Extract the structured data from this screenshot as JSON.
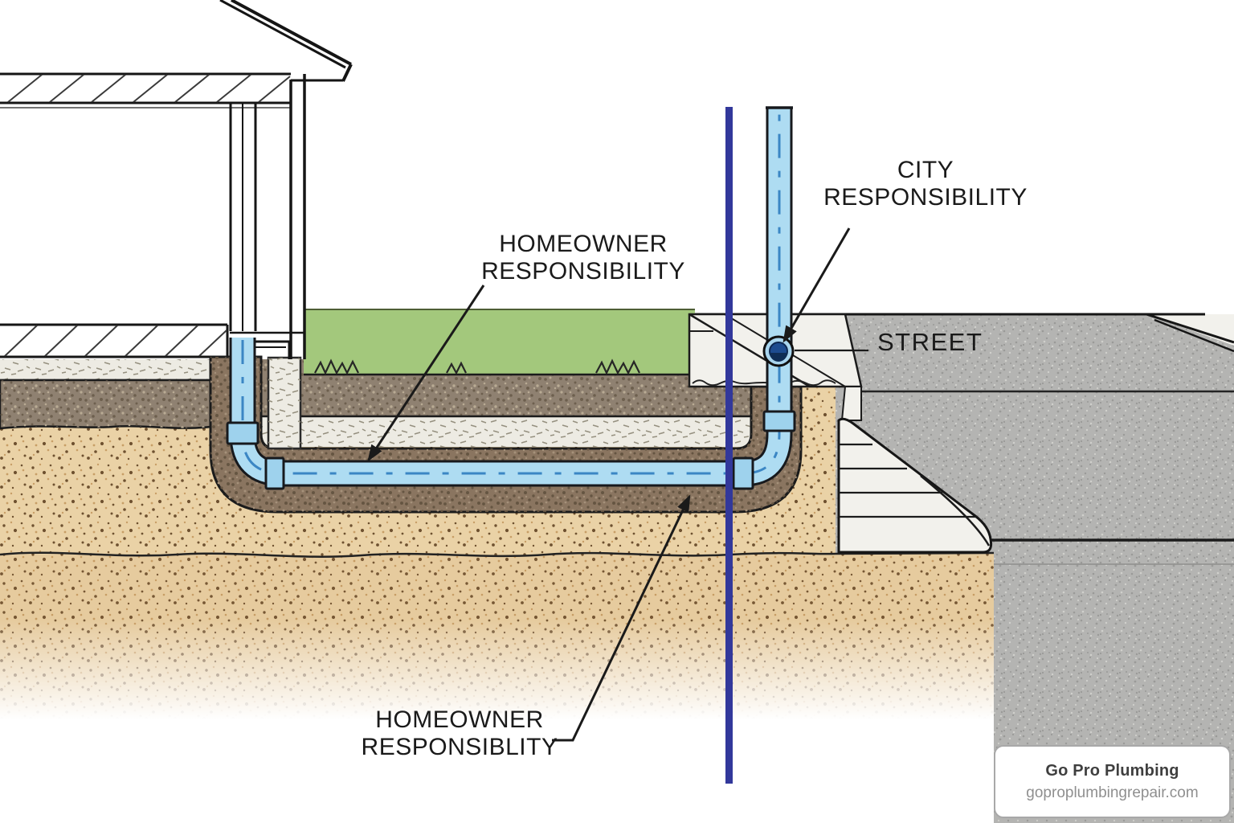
{
  "labels": {
    "homeowner_top": {
      "line1": "HOMEOWNER",
      "line2": "RESPONSIBILITY"
    },
    "city": {
      "line1": "CITY",
      "line2": "RESPONSIBILITY"
    },
    "street": "STREET",
    "homeowner_bottom": {
      "line1": "HOMEOWNER",
      "line2": "RESPONSIBLITY"
    }
  },
  "branding": {
    "name": "Go Pro Plumbing",
    "website": "goproplumbingrepair.com"
  },
  "colors": {
    "grass": "#a3c87c",
    "soil": "#8f8171",
    "trench": "#8a7560",
    "gravel": "#edebe3",
    "sand": "#ead2a6",
    "street": "#b4b4b2",
    "concrete": "#f2f1ec",
    "pipe_fill": "#aedcf2",
    "pipe_center": "#3b86c4",
    "coupling": "#9ed2ed",
    "property_line": "#32389b",
    "valve_ring": "#a9d5ee",
    "valve_core": "#1d4b8f",
    "label_text": "#1a1a1a"
  }
}
